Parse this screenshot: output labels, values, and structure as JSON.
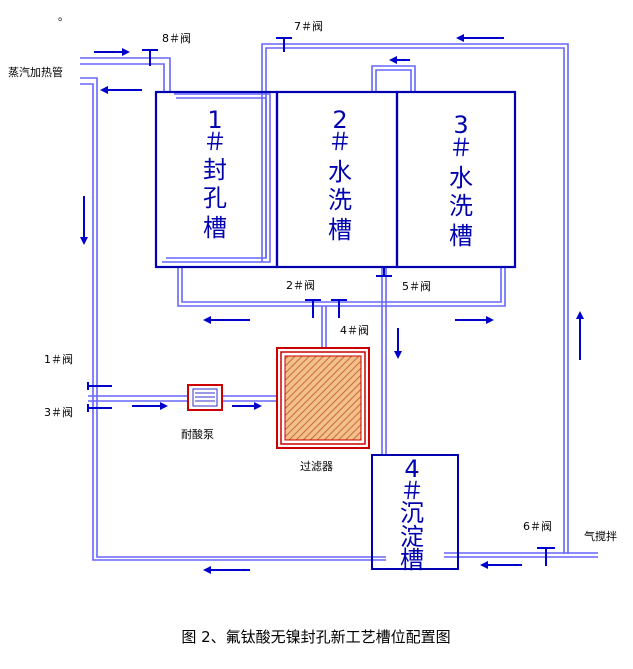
{
  "colors": {
    "pipe": "#6666ff",
    "tank_border": "#0000b0",
    "arrow": "#0000cc",
    "filter_border": "#cc0000",
    "filter_fill": "#e8a060",
    "text": "#000000"
  },
  "labels": {
    "top_dot": "。",
    "steam_pipe": "蒸汽加热管",
    "acid_pump": "耐酸泵",
    "filter": "过滤器",
    "air_stir": "气搅拌"
  },
  "valves": {
    "v1": "1＃阀",
    "v2": "2＃阀",
    "v3": "3＃阀",
    "v4": "4＃阀",
    "v5": "5＃阀",
    "v6": "6＃阀",
    "v7": "7＃阀",
    "v8": "8＃阀"
  },
  "tanks": {
    "t1": [
      "1",
      "＃",
      "封",
      "孔",
      "槽"
    ],
    "t2": [
      "2",
      "＃",
      "水",
      "洗",
      "槽"
    ],
    "t3": [
      "3",
      "＃",
      "水",
      "洗",
      "槽"
    ],
    "t4": [
      "4",
      "＃",
      "沉",
      "淀",
      "槽"
    ]
  },
  "caption": "图 2、氟钛酸无镍封孔新工艺槽位配置图"
}
